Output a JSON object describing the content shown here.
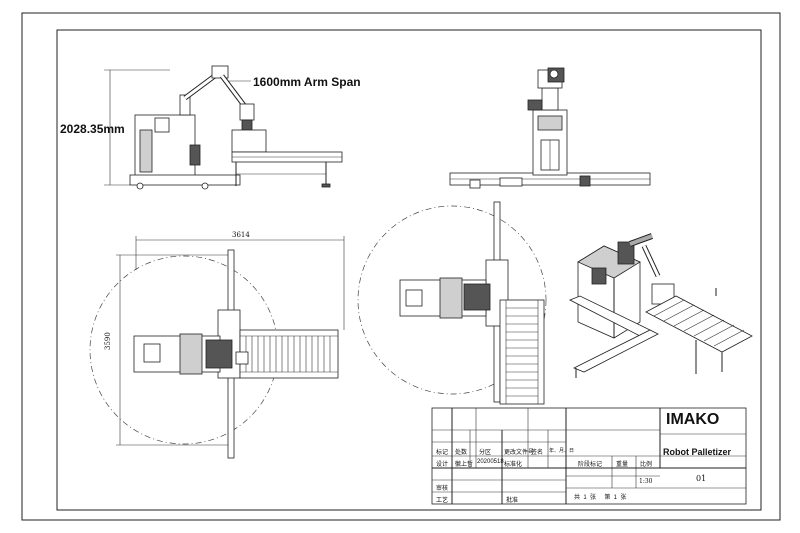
{
  "annotations": {
    "arm_span": "1600mm Arm Span",
    "height": "2028.35mm",
    "dim_width": "3614",
    "dim_height": "3590"
  },
  "title_block": {
    "company": "IMAKO",
    "product": "Robot Palletizer",
    "drawing_no": "01",
    "scale": "1:30",
    "header_cells": [
      "标记",
      "处数",
      "分区",
      "更改文件号",
      "签名",
      "年、月、日"
    ],
    "design_row": [
      "设计",
      "徽上哲",
      "20200518",
      "标准化"
    ],
    "stage_mark": "阶段标记",
    "weight": "重量",
    "scale_label": "比例",
    "review": "审核",
    "craft": "工艺",
    "approve": "批准",
    "sheets": "共  1  张     第  1  张"
  }
}
